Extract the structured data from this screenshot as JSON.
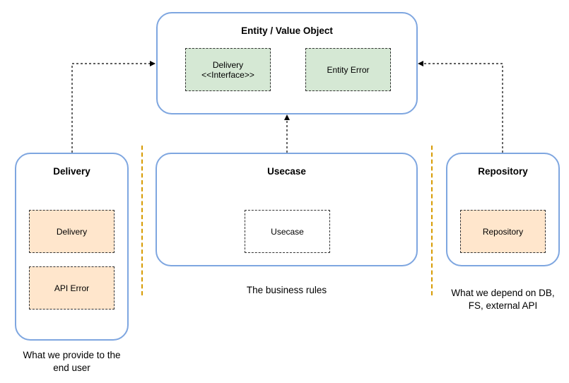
{
  "entity": {
    "title": "Entity / Value Object",
    "delivery_interface_line1": "Delivery",
    "delivery_interface_line2": "<<Interface>>",
    "entity_error": "Entity Error"
  },
  "delivery": {
    "title": "Delivery",
    "item_delivery": "Delivery",
    "item_api_error": "API Error",
    "caption": "What we provide to the end user"
  },
  "usecase": {
    "title": "Usecase",
    "item_usecase": "Usecase",
    "caption": "The business rules"
  },
  "repository": {
    "title": "Repository",
    "item_repository": "Repository",
    "caption": "What we depend on DB, FS, external API"
  },
  "colors": {
    "container_border": "#7ea6e0",
    "green_fill": "#d5e8d4",
    "orange_fill": "#ffe6cc",
    "divider": "#d79b00"
  }
}
